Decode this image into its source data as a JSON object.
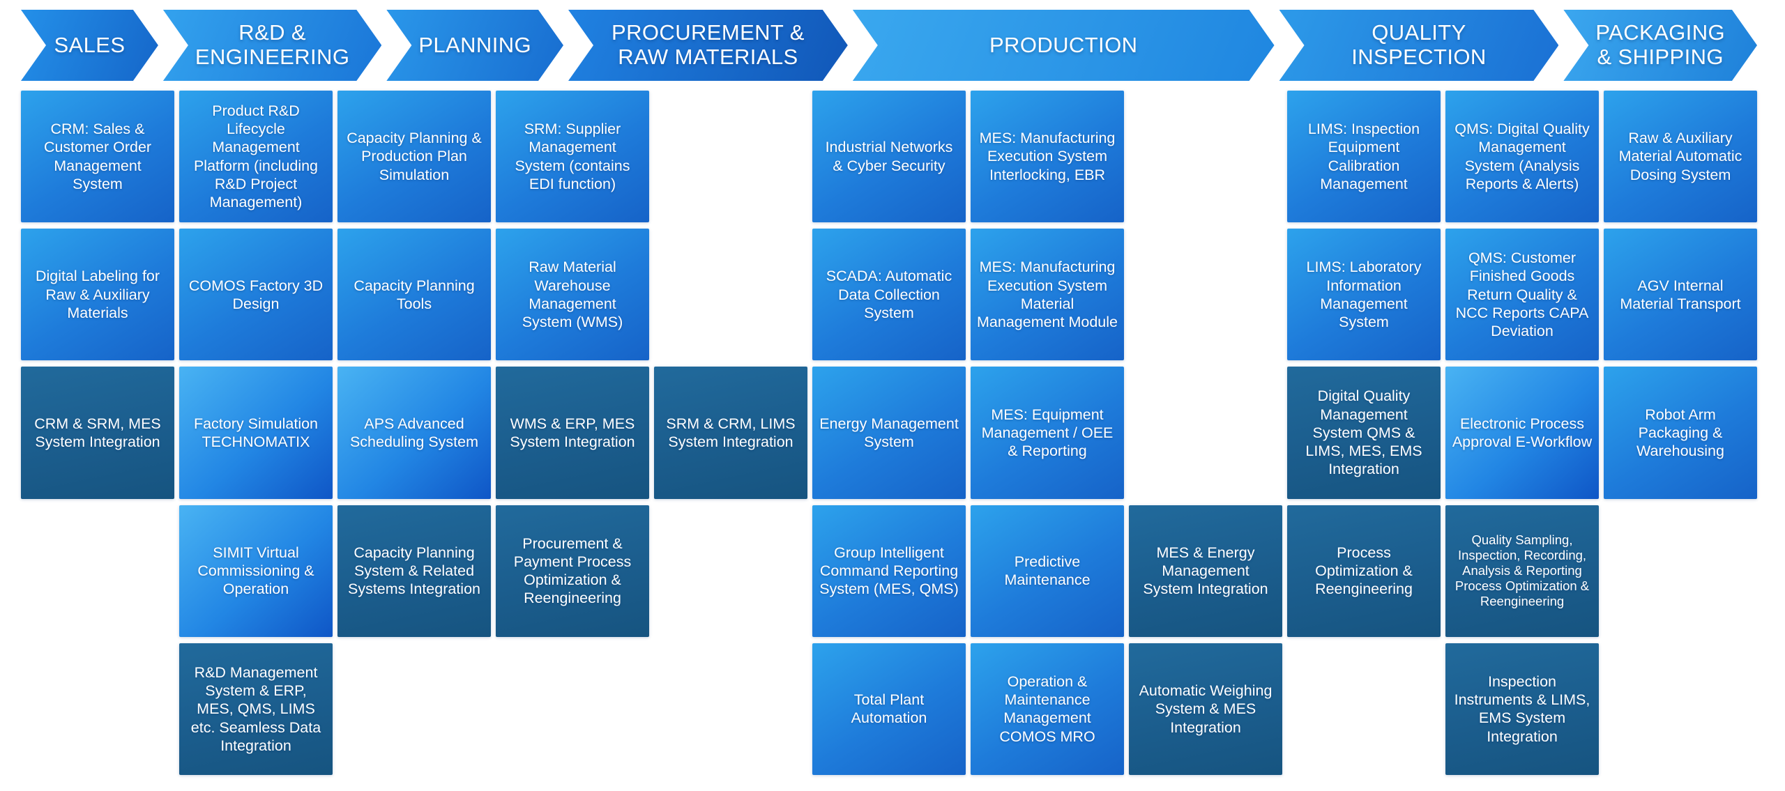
{
  "diagram": {
    "background": "#ffffff",
    "text_color": "#ffffff",
    "dark_box_color": "#1b5d8d",
    "light_box_color": "#1e7bda",
    "bright_box_color": "#2286e4"
  },
  "stages": [
    {
      "label": "SALES",
      "col": 1,
      "span": 1,
      "c1": "#2490e9",
      "c2": "#1566c9"
    },
    {
      "label": "R&D & ENGINEERING",
      "col": 2,
      "span": 1,
      "c1": "#33a2ee",
      "c2": "#1a76d8"
    },
    {
      "label": "PLANNING",
      "col": 3,
      "span": 1,
      "c1": "#2a97ea",
      "c2": "#186dd0"
    },
    {
      "label": "PROCUREMENT & RAW MATERIALS",
      "col": 4,
      "span": 2,
      "c1": "#2082e2",
      "c2": "#1157b8"
    },
    {
      "label": "PRODUCTION",
      "col": 6,
      "span": 3,
      "c1": "#3aa8ef",
      "c2": "#1f86e0"
    },
    {
      "label": "QUALITY INSPECTION",
      "col": 9,
      "span": 2,
      "c1": "#2d9ae9",
      "c2": "#1a70d4"
    },
    {
      "label": "PACKAGING & SHIPPING",
      "col": 11,
      "span": 1,
      "c1": "#3ba7ef",
      "c2": "#1e80d9"
    }
  ],
  "boxes": [
    {
      "col": 1,
      "row": 1,
      "variant": "light",
      "text": "CRM: Sales & Customer Order Management System"
    },
    {
      "col": 1,
      "row": 2,
      "variant": "light",
      "text": "Digital Labeling for Raw & Auxiliary Materials"
    },
    {
      "col": 1,
      "row": 3,
      "variant": "dark",
      "text": "CRM & SRM, MES System Integration"
    },
    {
      "col": 2,
      "row": 1,
      "variant": "light",
      "text": "Product R&D Lifecycle Management Platform (including R&D Project Management)"
    },
    {
      "col": 2,
      "row": 2,
      "variant": "light",
      "text": "COMOS Factory 3D Design"
    },
    {
      "col": 2,
      "row": 3,
      "variant": "bright",
      "text": "Factory Simulation TECHNOMATIX"
    },
    {
      "col": 2,
      "row": 4,
      "variant": "bright",
      "text": "SIMIT Virtual Commissioning & Operation"
    },
    {
      "col": 2,
      "row": 5,
      "variant": "dark",
      "text": "R&D Management System & ERP, MES, QMS, LIMS etc. Seamless Data Integration"
    },
    {
      "col": 3,
      "row": 1,
      "variant": "light",
      "text": "Capacity Planning & Production Plan Simulation"
    },
    {
      "col": 3,
      "row": 2,
      "variant": "light",
      "text": "Capacity Planning Tools"
    },
    {
      "col": 3,
      "row": 3,
      "variant": "bright",
      "text": "APS Advanced Scheduling System"
    },
    {
      "col": 3,
      "row": 4,
      "variant": "dark",
      "text": "Capacity Planning System & Related Systems Integration"
    },
    {
      "col": 4,
      "row": 1,
      "variant": "light",
      "text": "SRM: Supplier Management System (contains EDI function)"
    },
    {
      "col": 4,
      "row": 2,
      "variant": "light",
      "text": "Raw Material Warehouse Management System (WMS)"
    },
    {
      "col": 4,
      "row": 3,
      "variant": "dark",
      "text": "WMS & ERP, MES System Integration"
    },
    {
      "col": 4,
      "row": 4,
      "variant": "dark",
      "text": "Procurement & Payment Process Optimization & Reengineering"
    },
    {
      "col": 5,
      "row": 3,
      "variant": "dark",
      "text": "SRM & CRM, LIMS System Integration"
    },
    {
      "col": 6,
      "row": 1,
      "variant": "light",
      "text": "Industrial Networks & Cyber Security"
    },
    {
      "col": 6,
      "row": 2,
      "variant": "light",
      "text": "SCADA: Automatic Data Collection System"
    },
    {
      "col": 6,
      "row": 3,
      "variant": "light",
      "text": "Energy Management System"
    },
    {
      "col": 6,
      "row": 4,
      "variant": "light",
      "text": "Group Intelligent Command Reporting System (MES, QMS)"
    },
    {
      "col": 6,
      "row": 5,
      "variant": "light",
      "text": "Total Plant Automation"
    },
    {
      "col": 7,
      "row": 1,
      "variant": "light",
      "text": "MES: Manufacturing Execution System Interlocking, EBR"
    },
    {
      "col": 7,
      "row": 2,
      "variant": "light",
      "text": "MES: Manufacturing Execution System Material Management Module"
    },
    {
      "col": 7,
      "row": 3,
      "variant": "light",
      "text": "MES: Equipment Management / OEE & Reporting"
    },
    {
      "col": 7,
      "row": 4,
      "variant": "light",
      "text": "Predictive Maintenance"
    },
    {
      "col": 7,
      "row": 5,
      "variant": "light",
      "text": "Operation & Maintenance Management COMOS MRO"
    },
    {
      "col": 8,
      "row": 4,
      "variant": "dark",
      "text": "MES & Energy Management System Integration"
    },
    {
      "col": 8,
      "row": 5,
      "variant": "dark",
      "text": "Automatic Weighing System & MES Integration"
    },
    {
      "col": 9,
      "row": 1,
      "variant": "light",
      "text": "LIMS: Inspection Equipment Calibration Management"
    },
    {
      "col": 9,
      "row": 2,
      "variant": "light",
      "text": "LIMS: Laboratory Information Management System"
    },
    {
      "col": 9,
      "row": 3,
      "variant": "dark",
      "text": "Digital Quality Management System QMS & LIMS, MES, EMS Integration"
    },
    {
      "col": 9,
      "row": 4,
      "variant": "dark",
      "text": "Process Optimization & Reengineering"
    },
    {
      "col": 10,
      "row": 1,
      "variant": "light",
      "text": "QMS: Digital Quality Management System (Analysis Reports & Alerts)"
    },
    {
      "col": 10,
      "row": 2,
      "variant": "light",
      "text": "QMS: Customer Finished Goods Return Quality & NCC Reports CAPA Deviation"
    },
    {
      "col": 10,
      "row": 3,
      "variant": "bright",
      "text": "Electronic Process Approval E-Workflow"
    },
    {
      "col": 10,
      "row": 4,
      "variant": "dark",
      "size": "small",
      "text": "Quality Sampling, Inspection, Recording, Analysis & Reporting Process Optimization & Reengineering"
    },
    {
      "col": 10,
      "row": 5,
      "variant": "dark",
      "text": "Inspection Instruments & LIMS, EMS System Integration"
    },
    {
      "col": 11,
      "row": 1,
      "variant": "light",
      "text": "Raw & Auxiliary Material Automatic Dosing System"
    },
    {
      "col": 11,
      "row": 2,
      "variant": "light",
      "text": "AGV Internal Material Transport"
    },
    {
      "col": 11,
      "row": 3,
      "variant": "light",
      "text": "Robot Arm Packaging & Warehousing"
    }
  ]
}
